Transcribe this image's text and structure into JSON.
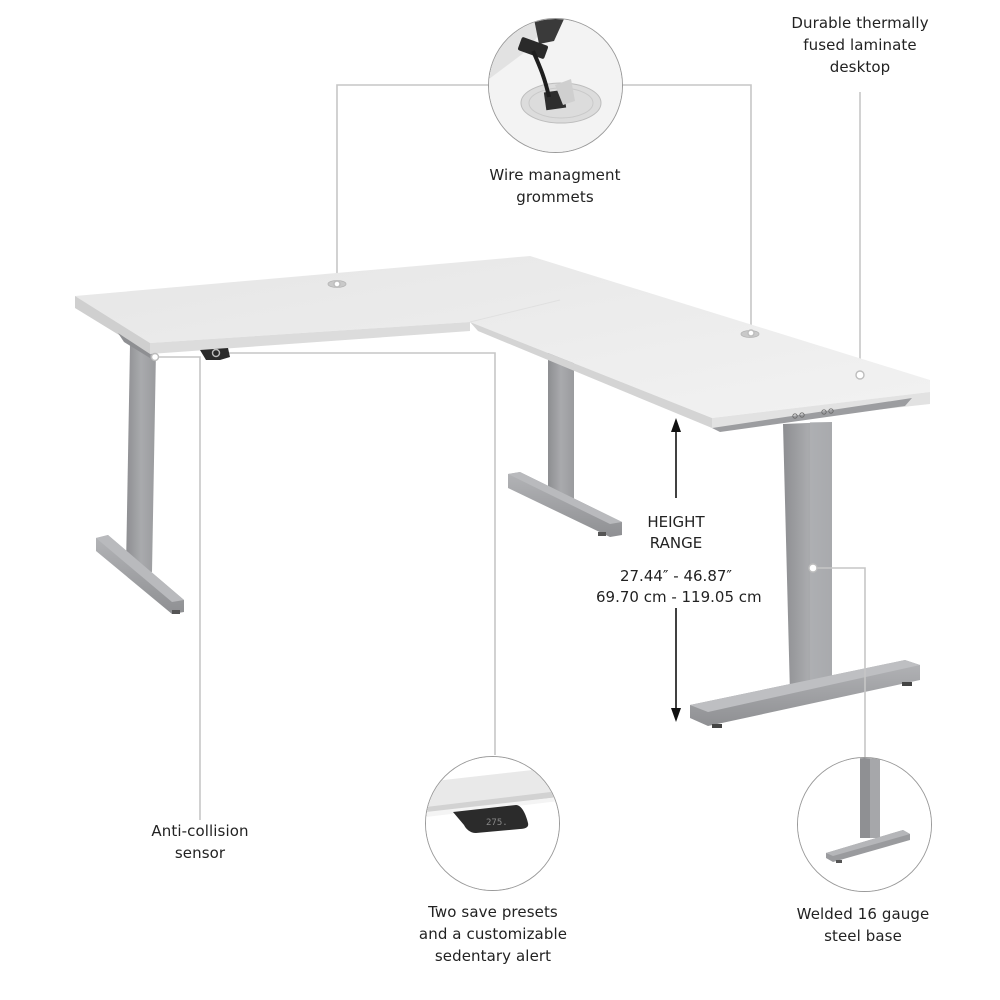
{
  "callouts": {
    "desktop": {
      "lines": [
        "Durable thermally",
        "fused laminate",
        "desktop"
      ]
    },
    "grommets": {
      "lines": [
        "Wire managment",
        "grommets"
      ],
      "icon": "grommet-closeup-image"
    },
    "height_range": {
      "title_lines": [
        "HEIGHT",
        "RANGE"
      ],
      "imperial": "27.44″ - 46.87″",
      "metric": "69.70 cm - 119.05 cm"
    },
    "anti_collision": {
      "lines": [
        "Anti-collision",
        "sensor"
      ]
    },
    "presets": {
      "lines": [
        "Two save presets",
        "and a customizable",
        "sedentary alert"
      ],
      "display_value": "275.",
      "icon": "keypad-closeup-image"
    },
    "steel_base": {
      "lines": [
        "Welded 16 gauge",
        "steel base"
      ],
      "icon": "steel-leg-closeup-image"
    }
  },
  "colors": {
    "desktop_top": "#ececec",
    "desktop_edge": "#d6d6d6",
    "leg": "#a3a4a7",
    "leg_dark": "#8a8b8e",
    "keypad": "#2b2b2b",
    "leader_line": "#c4c4c4",
    "text": "#222222"
  }
}
